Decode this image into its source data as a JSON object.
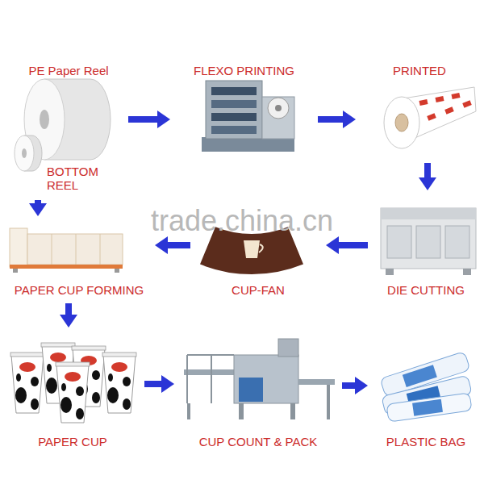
{
  "diagram": {
    "nodes": [
      {
        "text": [
          "PE Paper Reel"
        ]
      },
      {
        "text": [
          "BOTTOM REEL"
        ]
      },
      {
        "text": [
          "FLEXO PRINTING"
        ]
      },
      {
        "text": [
          "PRINTED"
        ]
      },
      {
        "text": [
          "DIE CUTTING"
        ]
      },
      {
        "text": [
          "CUP-FAN"
        ]
      },
      {
        "text": [
          "PAPER CUP FORMING"
        ]
      },
      {
        "text": [
          "PAPER CUP"
        ]
      },
      {
        "text": [
          "CUP COUNT & PACK"
        ]
      },
      {
        "text": [
          "PLASTIC BAG"
        ]
      }
    ],
    "edges": [
      {
        "from": 0,
        "to": 2,
        "arrow": "to"
      },
      {
        "from": 2,
        "to": 3,
        "arrow": "to"
      },
      {
        "from": 3,
        "to": 4,
        "arrow": "to"
      },
      {
        "from": 4,
        "to": 5,
        "arrow": "to"
      },
      {
        "from": 5,
        "to": 6,
        "arrow": "to"
      },
      {
        "from": 1,
        "to": 6,
        "arrow": "to"
      },
      {
        "from": 6,
        "to": 7,
        "arrow": "to"
      },
      {
        "from": 7,
        "to": 8,
        "arrow": "to"
      },
      {
        "from": 8,
        "to": 9,
        "arrow": "to"
      }
    ],
    "labels": [
      "trade.china.cn"
    ]
  }
}
